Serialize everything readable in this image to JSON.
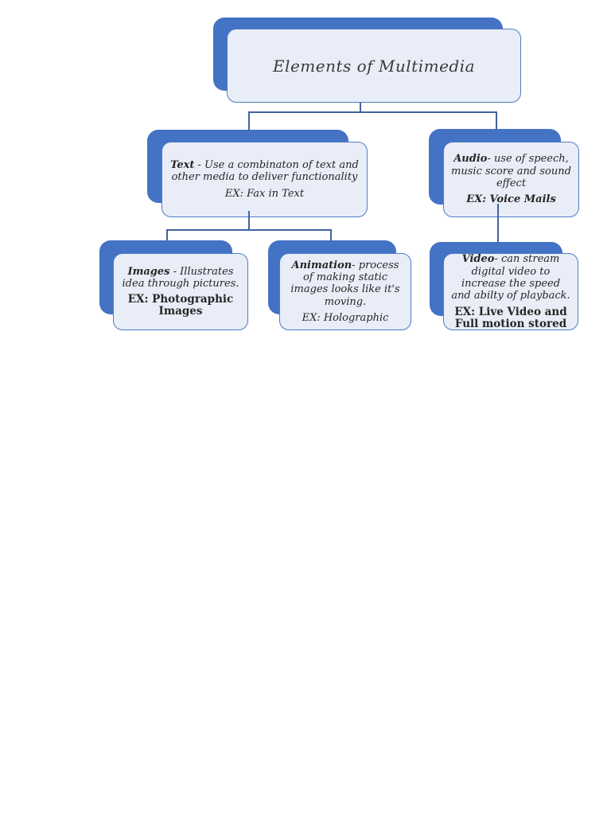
{
  "colors": {
    "accent_blue": "#4472C4",
    "box_fill": "#E9EDF7",
    "box_border": "#4E7CC7",
    "connector_line": "#41639F",
    "text_color": "#262626"
  },
  "diagram": {
    "title": {
      "label": "Elements of Multimedia"
    },
    "nodes": [
      {
        "id": "text",
        "lead": "Text",
        "desc": " - Use a combinaton of text and other media to deliver functionality",
        "ex": "EX: Fax in Text"
      },
      {
        "id": "audio",
        "lead": "Audio",
        "desc": "-  use of speech, music score and sound effect",
        "ex": "EX: Voice Mails"
      },
      {
        "id": "images",
        "lead": "Images",
        "desc": " - Illustrates idea through pictures.",
        "ex": "EX: Photographic Images"
      },
      {
        "id": "animation",
        "lead": "Animation",
        "desc": "- process of making static images looks like it's moving.",
        "ex": "EX: Holographic"
      },
      {
        "id": "video",
        "lead": "Video",
        "desc": "- can stream digital video to increase the speed and abilty of playback.",
        "ex": "EX: Live Video and Full motion stored"
      }
    ]
  }
}
